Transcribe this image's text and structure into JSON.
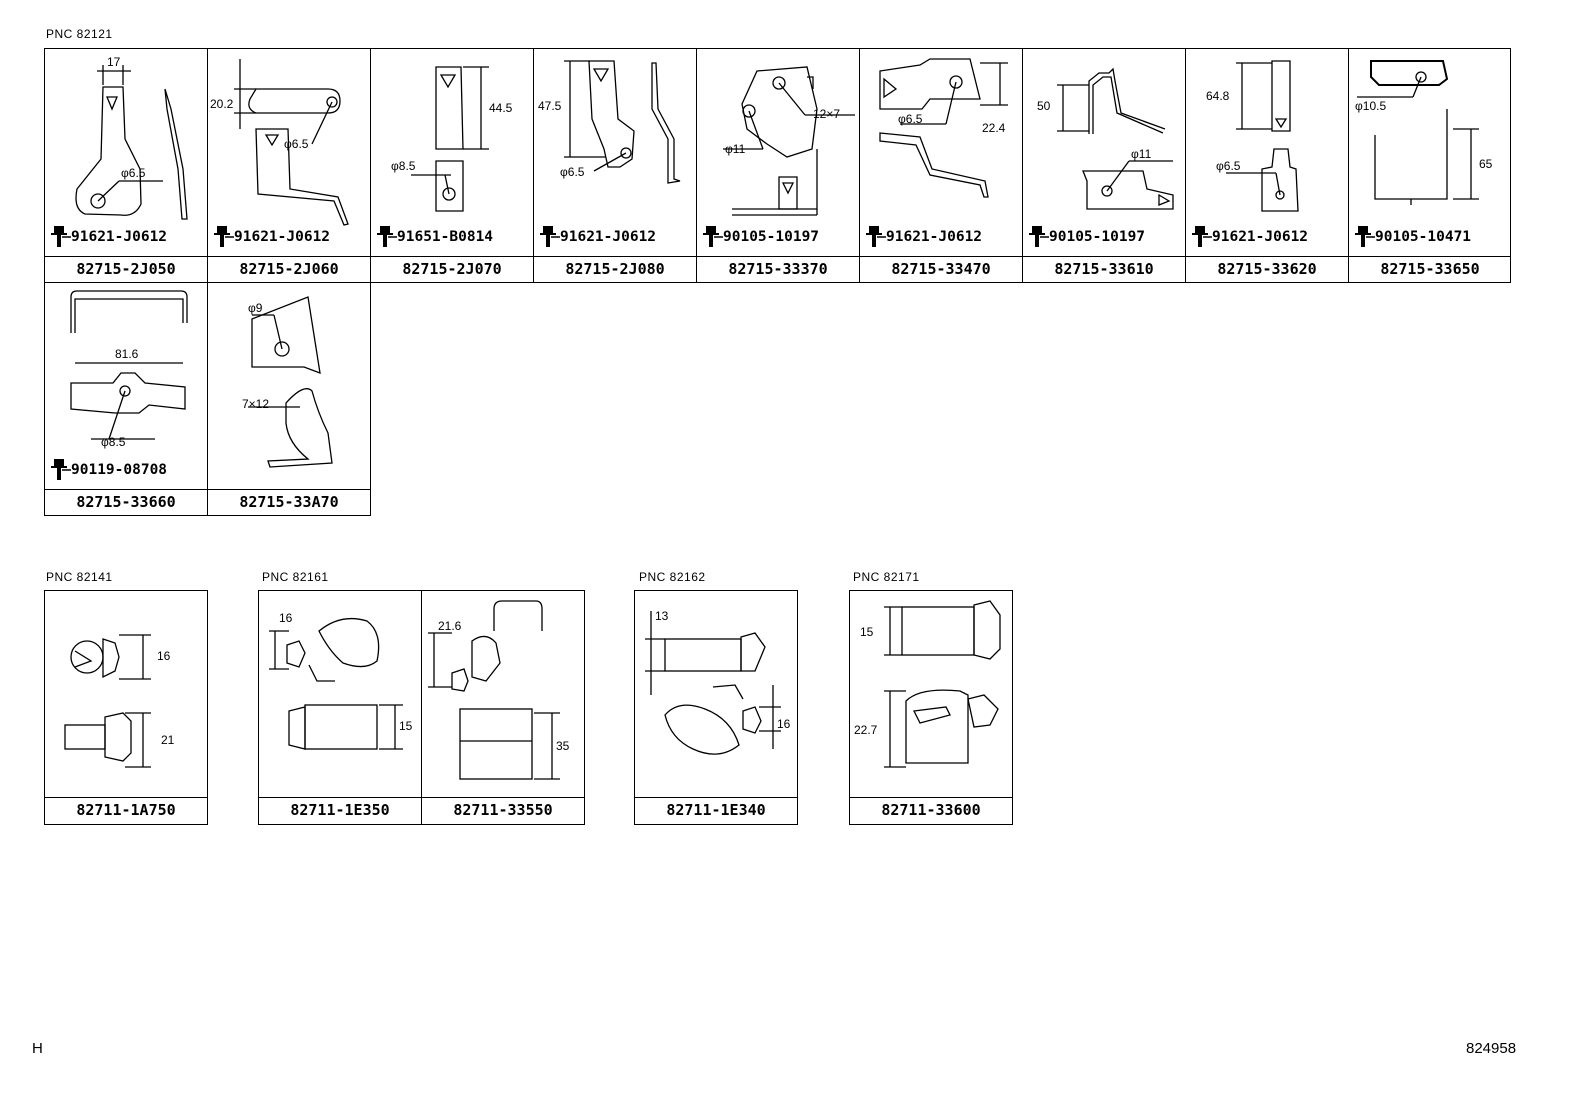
{
  "groups": [
    {
      "pnc": "PNC 82121",
      "row1": [
        {
          "part": "82715-2J050",
          "bolt": "91621-J0612",
          "dims": [
            "17",
            "φ6.5"
          ]
        },
        {
          "part": "82715-2J060",
          "bolt": "91621-J0612",
          "dims": [
            "20.2",
            "φ6.5"
          ]
        },
        {
          "part": "82715-2J070",
          "bolt": "91651-B0814",
          "dims": [
            "44.5",
            "φ8.5"
          ]
        },
        {
          "part": "82715-2J080",
          "bolt": "91621-J0612",
          "dims": [
            "47.5",
            "φ6.5"
          ]
        },
        {
          "part": "82715-33370",
          "bolt": "90105-10197",
          "dims": [
            "12×7",
            "φ11"
          ]
        },
        {
          "part": "82715-33470",
          "bolt": "91621-J0612",
          "dims": [
            "φ6.5",
            "22.4"
          ]
        },
        {
          "part": "82715-33610",
          "bolt": "90105-10197",
          "dims": [
            "50",
            "φ11"
          ]
        },
        {
          "part": "82715-33620",
          "bolt": "91621-J0612",
          "dims": [
            "64.8",
            "φ6.5"
          ]
        },
        {
          "part": "82715-33650",
          "bolt": "90105-10471",
          "dims": [
            "φ10.5",
            "65"
          ]
        }
      ],
      "row2": [
        {
          "part": "82715-33660",
          "bolt": "90119-08708",
          "dims": [
            "81.6",
            "φ8.5"
          ]
        },
        {
          "part": "82715-33A70",
          "bolt": "",
          "dims": [
            "φ9",
            "7×12"
          ]
        }
      ]
    },
    {
      "pnc": "PNC 82141",
      "cells": [
        {
          "part": "82711-1A750",
          "dims": [
            "16",
            "21"
          ]
        }
      ]
    },
    {
      "pnc": "PNC 82161",
      "cells": [
        {
          "part": "82711-1E350",
          "dims": [
            "16",
            "15"
          ]
        },
        {
          "part": "82711-33550",
          "dims": [
            "21.6",
            "35"
          ]
        }
      ]
    },
    {
      "pnc": "PNC 82162",
      "cells": [
        {
          "part": "82711-1E340",
          "dims": [
            "13",
            "16"
          ]
        }
      ]
    },
    {
      "pnc": "PNC 82171",
      "cells": [
        {
          "part": "82711-33600",
          "dims": [
            "15",
            "22.7"
          ]
        }
      ]
    }
  ],
  "footer": {
    "left": "H",
    "right": "824958"
  }
}
